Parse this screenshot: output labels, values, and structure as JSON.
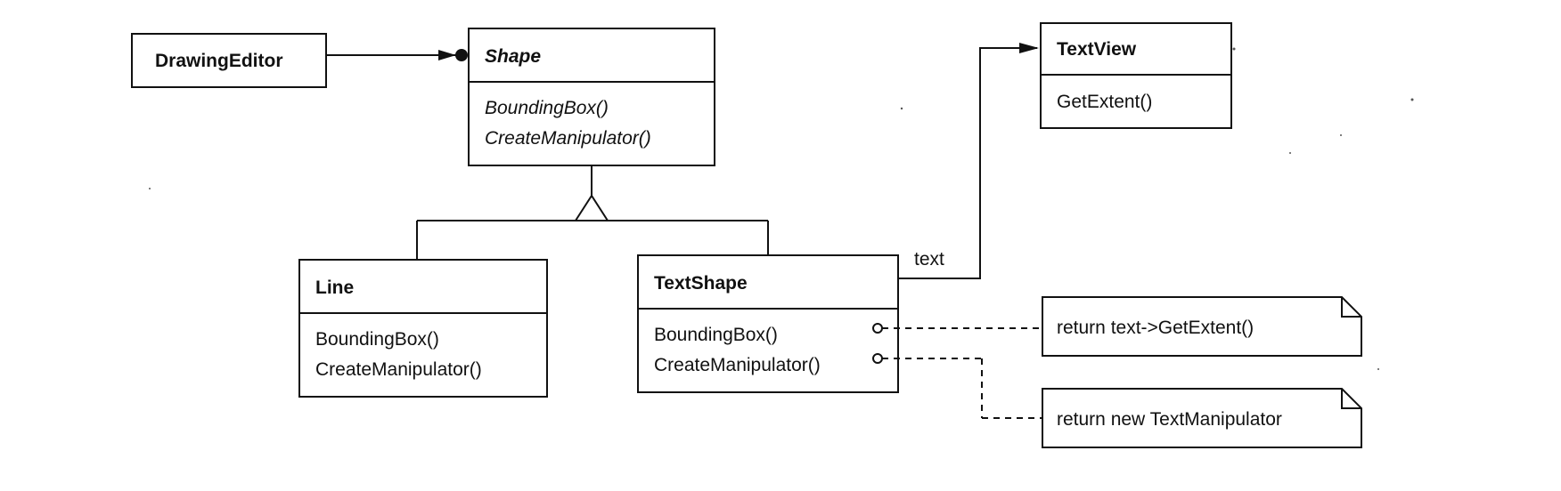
{
  "classes": {
    "drawing_editor": {
      "name": "DrawingEditor"
    },
    "shape": {
      "name": "Shape",
      "ops": [
        "BoundingBox()",
        "CreateManipulator()"
      ]
    },
    "line": {
      "name": "Line",
      "ops": [
        "BoundingBox()",
        "CreateManipulator()"
      ]
    },
    "text_shape": {
      "name": "TextShape",
      "ops": [
        "BoundingBox()",
        "CreateManipulator()"
      ]
    },
    "text_view": {
      "name": "TextView",
      "ops": [
        "GetExtent()"
      ]
    }
  },
  "associations": {
    "text_label": "text"
  },
  "notes": {
    "bounding_box": "return text->GetExtent()",
    "create_manipulator": "return new TextManipulator"
  }
}
